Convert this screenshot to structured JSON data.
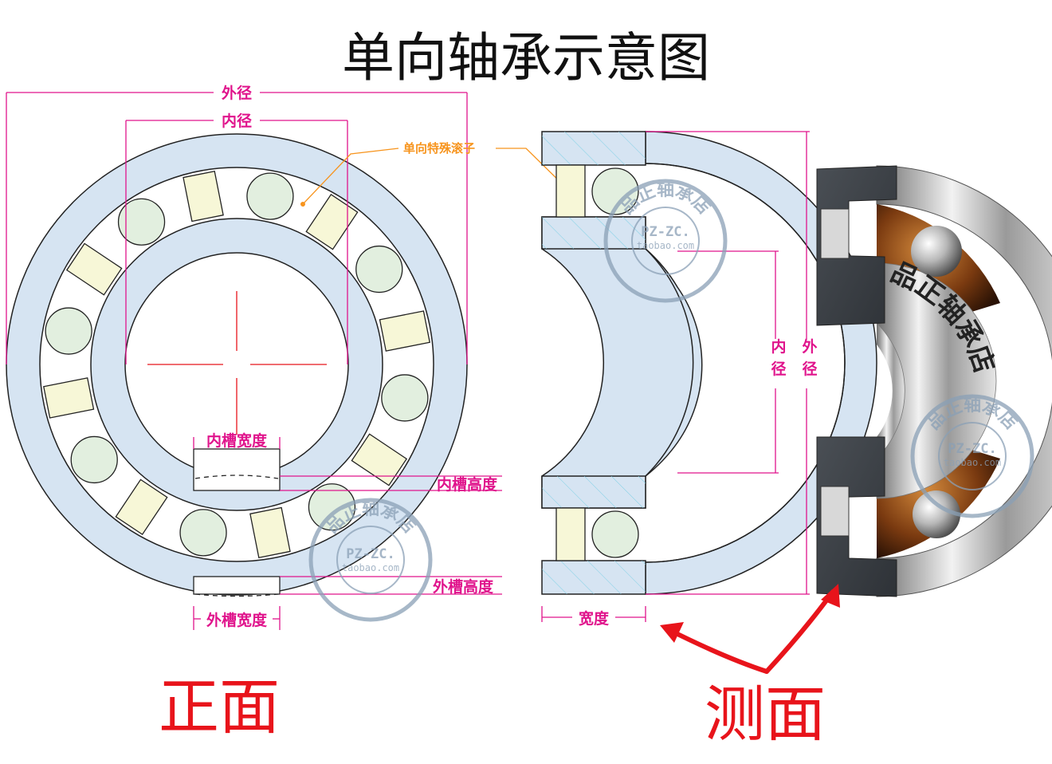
{
  "title": "单向轴承示意图",
  "labels": {
    "outer_diameter": "外径",
    "inner_diameter": "内径",
    "special_roller": "单向特殊滚子",
    "inner_groove_width": "内槽宽度",
    "inner_groove_height": "内槽高度",
    "outer_groove_height": "外槽高度",
    "outer_groove_width": "外槽宽度",
    "width": "宽度",
    "side_inner_diameter": "内径",
    "side_outer_diameter": "外径"
  },
  "views": {
    "front": "正面",
    "side": "测面"
  },
  "watermark": {
    "shop_name": "品正轴承店",
    "brand": "PZ-ZC.",
    "site": "taobao.com"
  },
  "engraving": "品正轴承店",
  "colors": {
    "ring_fill": "#d6e4f2",
    "roller_fill": "#f7f7d7",
    "ball_fill": "#e2efdf",
    "dimension": "#e0148c",
    "accent_orange": "#f7941d",
    "red_text": "#e8141b"
  }
}
